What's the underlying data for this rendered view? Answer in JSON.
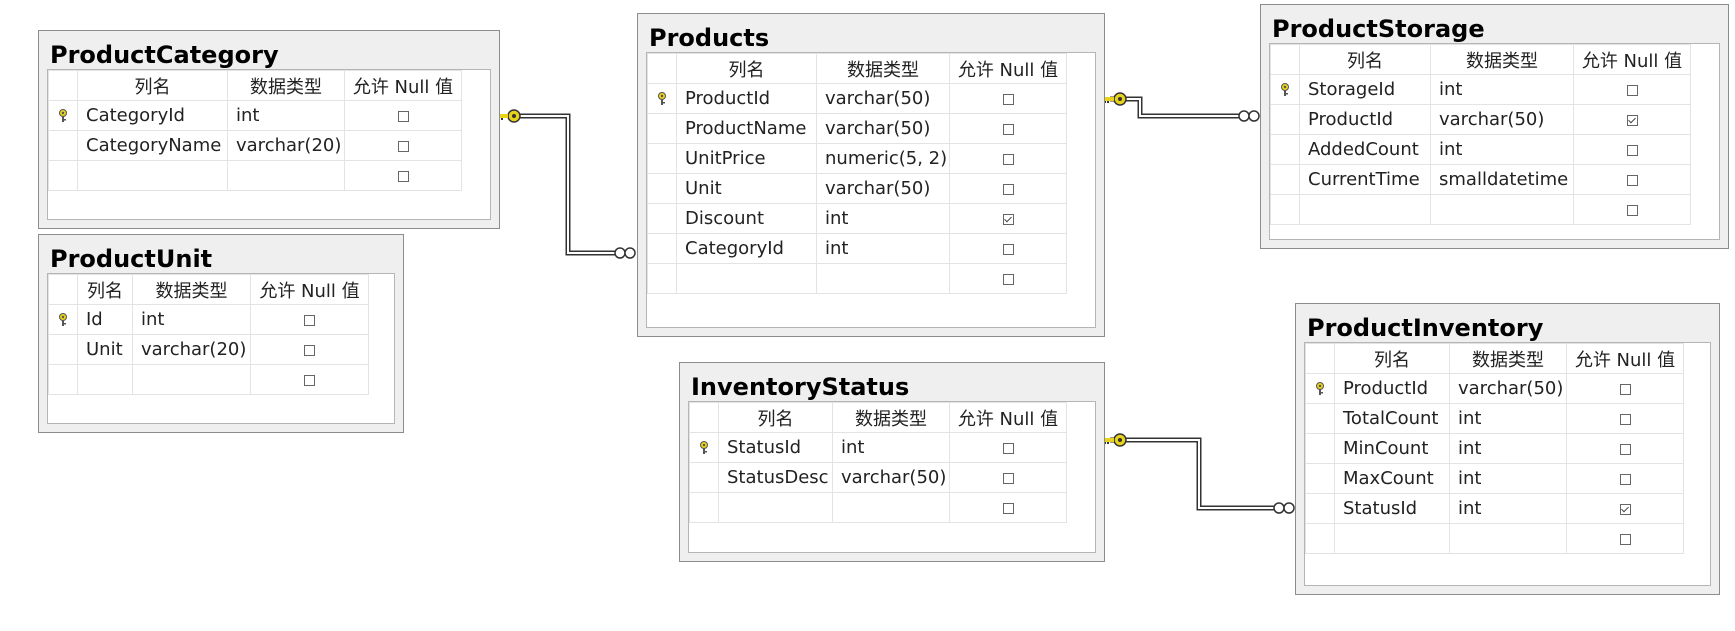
{
  "headers": {
    "col_name": "列名",
    "data_type": "数据类型",
    "allow_null": "允许 Null 值"
  },
  "tables": {
    "productCategory": {
      "title": "ProductCategory",
      "rows": [
        {
          "key": true,
          "name": "CategoryId",
          "type": "int",
          "null": false
        },
        {
          "key": false,
          "name": "CategoryName",
          "type": "varchar(20)",
          "null": false
        },
        {
          "key": false,
          "name": "",
          "type": "",
          "null": false
        }
      ]
    },
    "productUnit": {
      "title": "ProductUnit",
      "rows": [
        {
          "key": true,
          "name": "Id",
          "type": "int",
          "null": false
        },
        {
          "key": false,
          "name": "Unit",
          "type": "varchar(20)",
          "null": false
        },
        {
          "key": false,
          "name": "",
          "type": "",
          "null": false
        }
      ]
    },
    "products": {
      "title": "Products",
      "rows": [
        {
          "key": true,
          "name": "ProductId",
          "type": "varchar(50)",
          "null": false
        },
        {
          "key": false,
          "name": "ProductName",
          "type": "varchar(50)",
          "null": false
        },
        {
          "key": false,
          "name": "UnitPrice",
          "type": "numeric(5, 2)",
          "null": false
        },
        {
          "key": false,
          "name": "Unit",
          "type": "varchar(50)",
          "null": false
        },
        {
          "key": false,
          "name": "Discount",
          "type": "int",
          "null": true
        },
        {
          "key": false,
          "name": "CategoryId",
          "type": "int",
          "null": false
        },
        {
          "key": false,
          "name": "",
          "type": "",
          "null": false
        }
      ]
    },
    "inventoryStatus": {
      "title": "InventoryStatus",
      "rows": [
        {
          "key": true,
          "name": "StatusId",
          "type": "int",
          "null": false
        },
        {
          "key": false,
          "name": "StatusDesc",
          "type": "varchar(50)",
          "null": false
        },
        {
          "key": false,
          "name": "",
          "type": "",
          "null": false
        }
      ]
    },
    "productStorage": {
      "title": "ProductStorage",
      "rows": [
        {
          "key": true,
          "name": "StorageId",
          "type": "int",
          "null": false
        },
        {
          "key": false,
          "name": "ProductId",
          "type": "varchar(50)",
          "null": true
        },
        {
          "key": false,
          "name": "AddedCount",
          "type": "int",
          "null": false
        },
        {
          "key": false,
          "name": "CurrentTime",
          "type": "smalldatetime",
          "null": false
        },
        {
          "key": false,
          "name": "",
          "type": "",
          "null": false
        }
      ]
    },
    "productInventory": {
      "title": "ProductInventory",
      "rows": [
        {
          "key": true,
          "name": "ProductId",
          "type": "varchar(50)",
          "null": false
        },
        {
          "key": false,
          "name": "TotalCount",
          "type": "int",
          "null": false
        },
        {
          "key": false,
          "name": "MinCount",
          "type": "int",
          "null": false
        },
        {
          "key": false,
          "name": "MaxCount",
          "type": "int",
          "null": false
        },
        {
          "key": false,
          "name": "StatusId",
          "type": "int",
          "null": true
        },
        {
          "key": false,
          "name": "",
          "type": "",
          "null": false
        }
      ]
    }
  },
  "colors": {
    "key_icon": "#e8d21a",
    "relation_line": "#333333",
    "panel_bg": "#efefef"
  }
}
